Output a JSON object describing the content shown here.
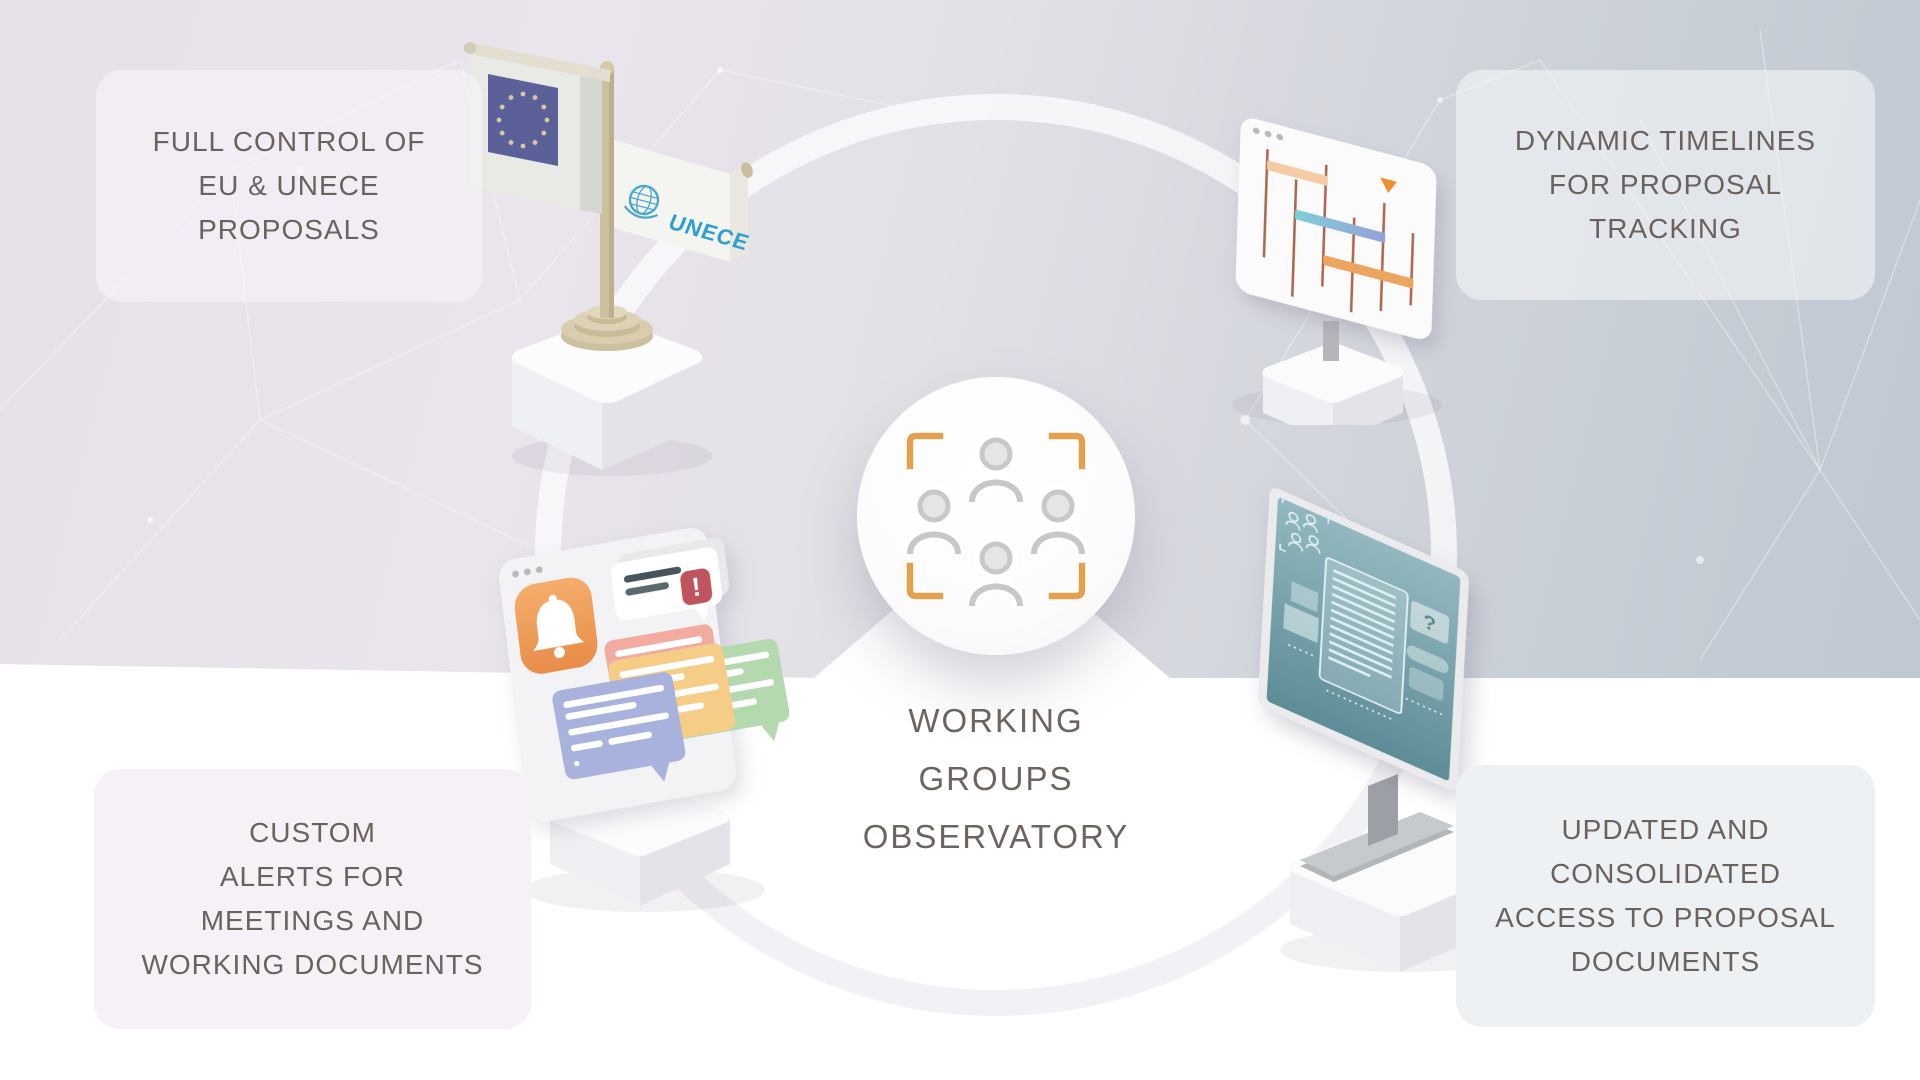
{
  "palette": {
    "text": "#6B625D",
    "accent_orange": "#E2A14E",
    "eu_blue": "#5C6098",
    "unece_blue": "#2D9FD1",
    "screen_teal": "#7FA6AF",
    "alert_red": "#C0545E",
    "bg_gradient_left": "#E7E0E8",
    "bg_gradient_right": "#BFC7D1",
    "bg_bottom": "#FFFFFF"
  },
  "center": {
    "icon": "people-focus-icon",
    "title": "WORKING\nGROUPS\nOBSERVATORY"
  },
  "features": [
    {
      "id": "full-control",
      "label": "FULL CONTROL OF\nEU & UNECE\nPROPOSALS",
      "illustration": "eu-unece-flags"
    },
    {
      "id": "dynamic-timelines",
      "label": "DYNAMIC TIMELINES\nFOR PROPOSAL\nTRACKING",
      "illustration": "gantt-timeline-monitor"
    },
    {
      "id": "custom-alerts",
      "label": "CUSTOM\nALERTS FOR\nMEETINGS AND\nWORKING DOCUMENTS",
      "illustration": "alerts-chat-window"
    },
    {
      "id": "consolidated-access",
      "label": "UPDATED AND\nCONSOLIDATED\nACCESS TO PROPOSAL\nDOCUMENTS",
      "illustration": "documents-monitor"
    }
  ],
  "illustrations": {
    "unece_flag_label": "UNECE",
    "alert_exclamation": "!",
    "doc_question": "?"
  }
}
